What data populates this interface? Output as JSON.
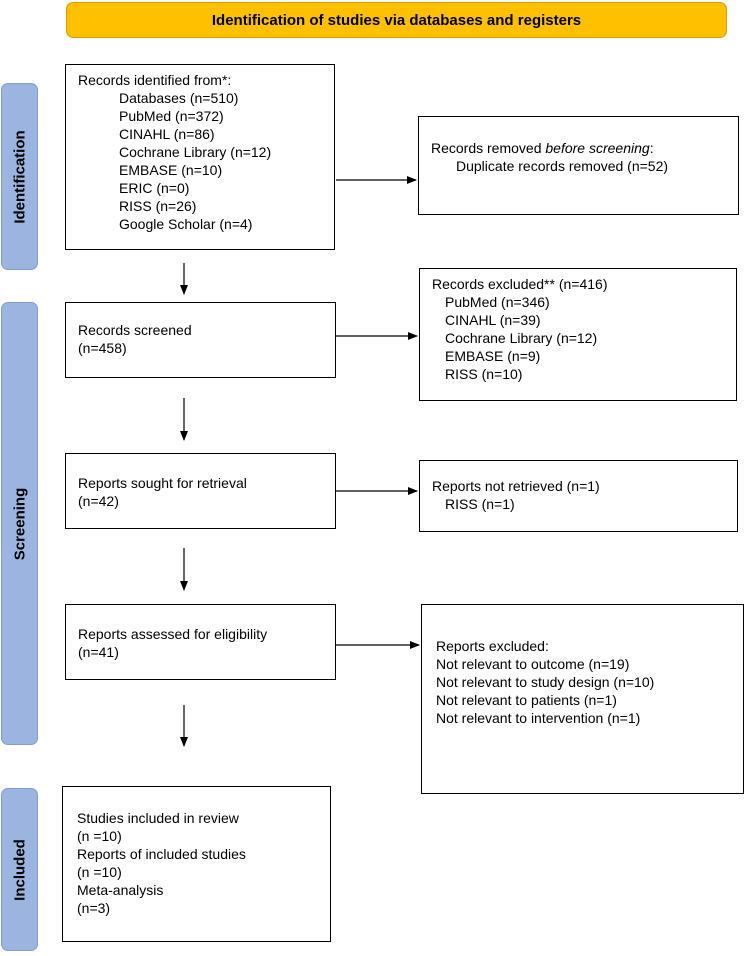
{
  "header": {
    "title": "Identification of studies via databases and registers"
  },
  "phases": {
    "identification": "Identification",
    "screening": "Screening",
    "included": "Included"
  },
  "identified": {
    "title": "Records identified from*:",
    "items": [
      "Databases (n=510)",
      "PubMed (n=372)",
      "CINAHL (n=86)",
      "Cochrane Library (n=12)",
      "EMBASE (n=10)",
      "ERIC (n=0)",
      "RISS (n=26)",
      "Google Scholar (n=4)"
    ]
  },
  "removed": {
    "title_prefix": "Records removed ",
    "title_emph": "before screening",
    "title_suffix": ":",
    "items": [
      "Duplicate records removed (n=52)"
    ]
  },
  "screened": {
    "label": "Records screened",
    "count": "(n=458)"
  },
  "excluded": {
    "title": "Records excluded** (n=416)",
    "items": [
      "PubMed (n=346)",
      "CINAHL (n=39)",
      "Cochrane Library (n=12)",
      "EMBASE (n=9)",
      "RISS (n=10)"
    ]
  },
  "sought": {
    "label": "Reports sought for retrieval",
    "count": "(n=42)"
  },
  "not_retrieved": {
    "title": "Reports not retrieved (n=1)",
    "items": [
      "RISS (n=1)"
    ]
  },
  "assessed": {
    "label": "Reports assessed for eligibility",
    "count": "(n=41)"
  },
  "reports_excluded": {
    "title": "Reports excluded:",
    "items": [
      "Not relevant to outcome (n=19)",
      "Not relevant to study design (n=10)",
      "Not relevant to patients (n=1)",
      "Not relevant to intervention (n=1)"
    ]
  },
  "included": {
    "lines": [
      "Studies included in review",
      "(n =10)",
      "Reports of included studies",
      "(n =10)",
      "Meta-analysis",
      "(n=3)"
    ]
  }
}
